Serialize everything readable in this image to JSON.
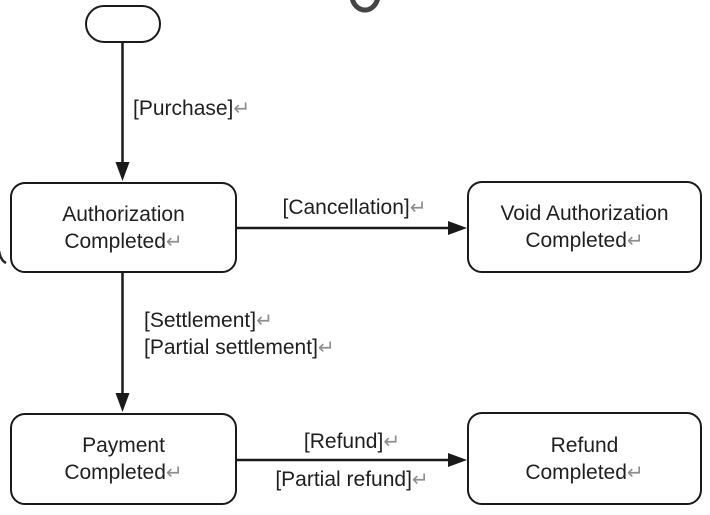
{
  "diagram": {
    "type": "uml-state-diagram",
    "background_color": "#ffffff",
    "stroke_color": "#1a1a1a",
    "text_color": "#1f1f1f",
    "return_mark_color": "#8e8e8e",
    "return_glyph": "↵",
    "start_node": {
      "name": "initial-state"
    },
    "states": {
      "authorization": {
        "line1": "Authorization",
        "line2": "Completed"
      },
      "void_authorization": {
        "line1": "Void Authorization",
        "line2": "Completed"
      },
      "payment": {
        "line1": "Payment",
        "line2": "Completed"
      },
      "refund": {
        "line1": "Refund",
        "line2": "Completed"
      }
    },
    "transitions": {
      "purchase": {
        "label": "[Purchase]",
        "from": "initial-state",
        "to": "authorization"
      },
      "cancellation": {
        "label": "[Cancellation]",
        "from": "authorization",
        "to": "void_authorization"
      },
      "settlement": {
        "label1": "[Settlement]",
        "label2": "[Partial settlement]",
        "from": "authorization",
        "to": "payment"
      },
      "refund": {
        "label1": "[Refund]",
        "label2": "[Partial refund]",
        "from": "payment",
        "to": "refund"
      }
    }
  }
}
